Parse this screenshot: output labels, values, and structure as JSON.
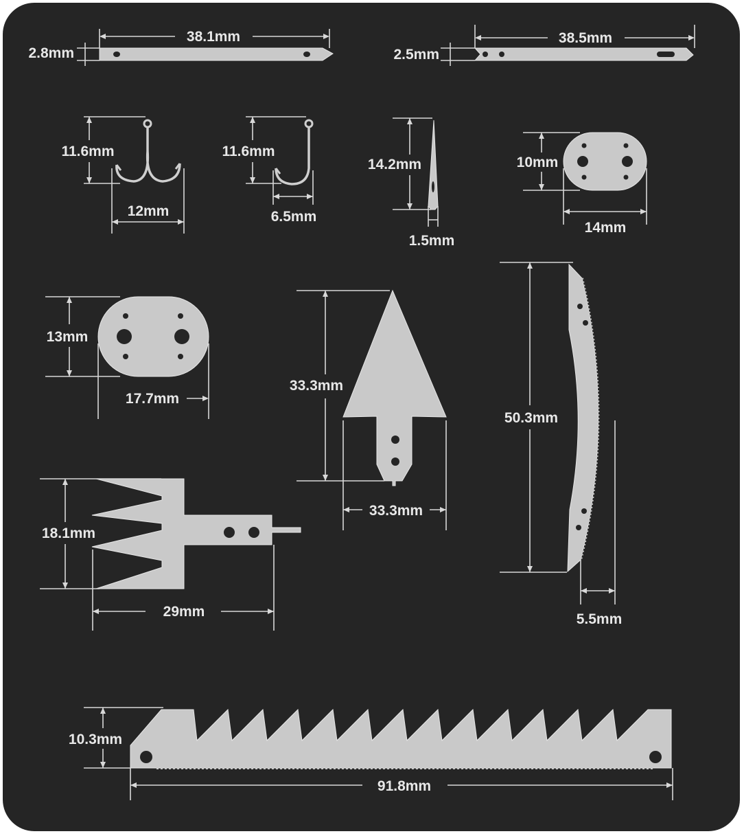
{
  "colors": {
    "background": "#252525",
    "metal": "#c9c9c9",
    "text": "#e8e8e8"
  },
  "dimensions": {
    "needle_a_length": "38.1mm",
    "needle_a_width": "2.8mm",
    "needle_b_length": "38.5mm",
    "needle_b_width": "2.5mm",
    "treble_hook_height": "11.6mm",
    "treble_hook_width": "12mm",
    "single_hook_height": "11.6mm",
    "single_hook_width": "6.5mm",
    "thin_needle_height": "14.2mm",
    "thin_needle_width": "1.5mm",
    "small_plate_height": "10mm",
    "small_plate_width": "14mm",
    "large_plate_height": "13mm",
    "large_plate_width": "17.7mm",
    "arrowhead_height": "33.3mm",
    "arrowhead_width": "33.3mm",
    "curved_saw_height": "50.3mm",
    "curved_saw_width": "5.5mm",
    "fish_spear_height": "18.1mm",
    "fish_spear_width": "29mm",
    "saw_blade_height": "10.3mm",
    "saw_blade_length": "91.8mm"
  }
}
